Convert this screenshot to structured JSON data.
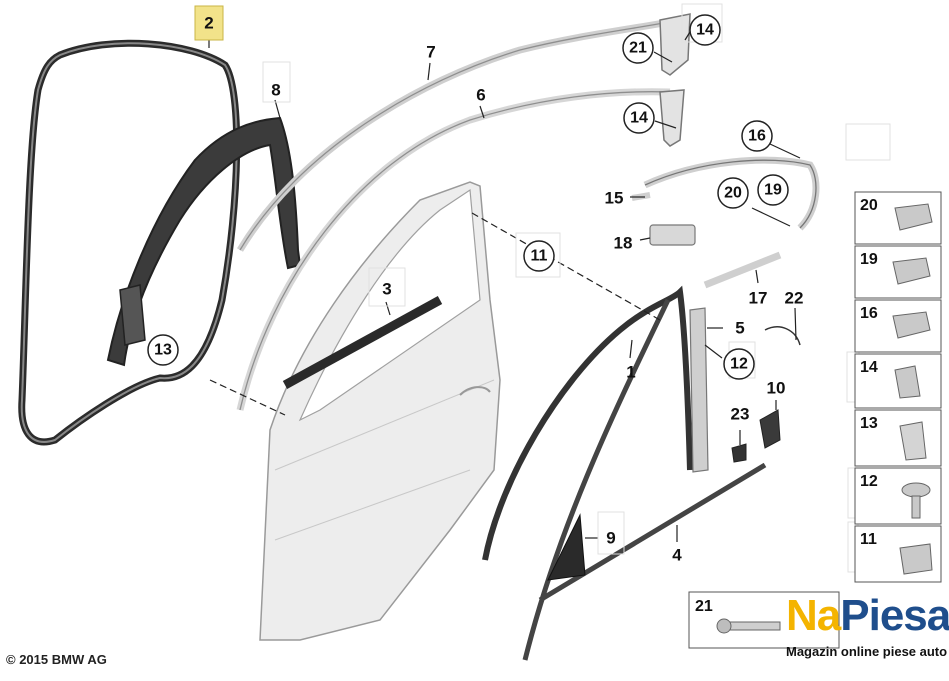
{
  "copyright": "© 2015 BMW AG",
  "logo": {
    "brand_na": "Na",
    "brand_piesa": "Piesa",
    "tagline": "Magazin online piese auto",
    "colors": {
      "na": "#f4b400",
      "piesa": "#1f4e8c"
    }
  },
  "callouts": {
    "c2": "2",
    "c8": "8",
    "c7": "7",
    "c6": "6",
    "c21top": "21",
    "c14a": "14",
    "c14b": "14",
    "c16": "16",
    "c15": "15",
    "c20": "20",
    "c19": "19",
    "c18": "18",
    "c11": "11",
    "c3": "3",
    "c17": "17",
    "c22": "22",
    "c5": "5",
    "c12": "12",
    "c1": "1",
    "c10": "10",
    "c23": "23",
    "c13": "13",
    "c9": "9",
    "c4": "4"
  },
  "parts_panel": [
    "20",
    "19",
    "16",
    "14",
    "13",
    "12",
    "11"
  ],
  "bottom_panel": "21",
  "highlight_color": "#f2e38a"
}
